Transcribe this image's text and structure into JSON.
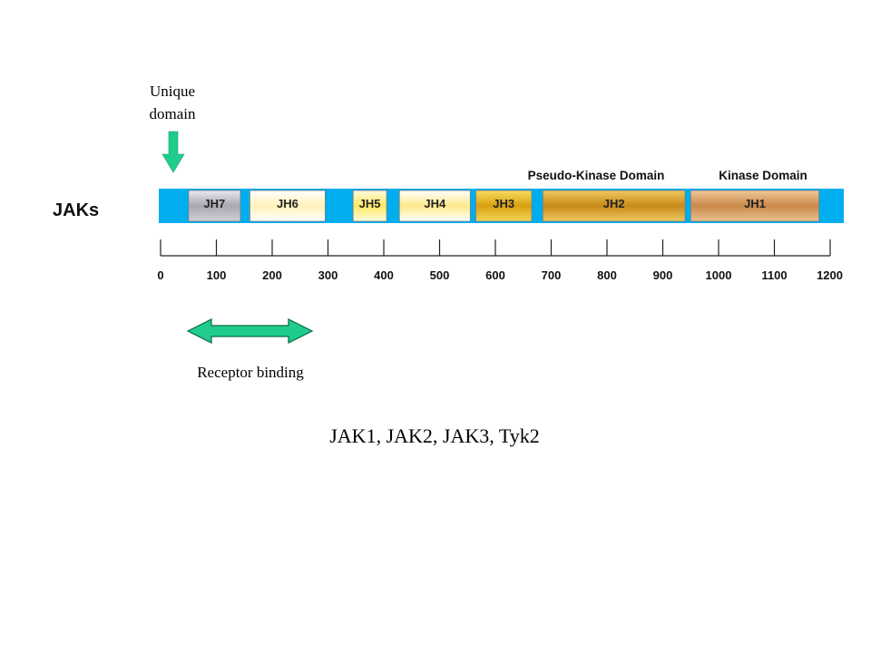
{
  "unique_domain_label": [
    "Unique",
    "domain"
  ],
  "family_label": "JAKs",
  "pseudo_kinase_label": "Pseudo-Kinase Domain",
  "kinase_label": "Kinase Domain",
  "domains": [
    {
      "name": "JH7",
      "start": 50,
      "end": 143
    },
    {
      "name": "JH6",
      "start": 160,
      "end": 295
    },
    {
      "name": "JH5",
      "start": 345,
      "end": 405
    },
    {
      "name": "JH4",
      "start": 428,
      "end": 555
    },
    {
      "name": "JH3",
      "start": 565,
      "end": 665
    },
    {
      "name": "JH2",
      "start": 685,
      "end": 940
    },
    {
      "name": "JH1",
      "start": 950,
      "end": 1180
    }
  ],
  "scale_ticks": [
    "0",
    "100",
    "200",
    "300",
    "400",
    "500",
    "600",
    "700",
    "800",
    "900",
    "1000",
    "1100",
    "1200"
  ],
  "receptor_binding_label": "Receptor binding",
  "members_label": "JAK1, JAK2, JAK3, Tyk2",
  "colors": {
    "backbone": "#00aeef",
    "JH7": "#b8b8c0",
    "JH6": "#fff6cc",
    "JH5": "#ffef88",
    "JH4": "#fff2a8",
    "JH3": "#e8b820",
    "JH2": "#d9a030",
    "JH1": "#d8a060",
    "arrow": "#1fcc8c",
    "arrow_stroke": "#0a6a44"
  }
}
